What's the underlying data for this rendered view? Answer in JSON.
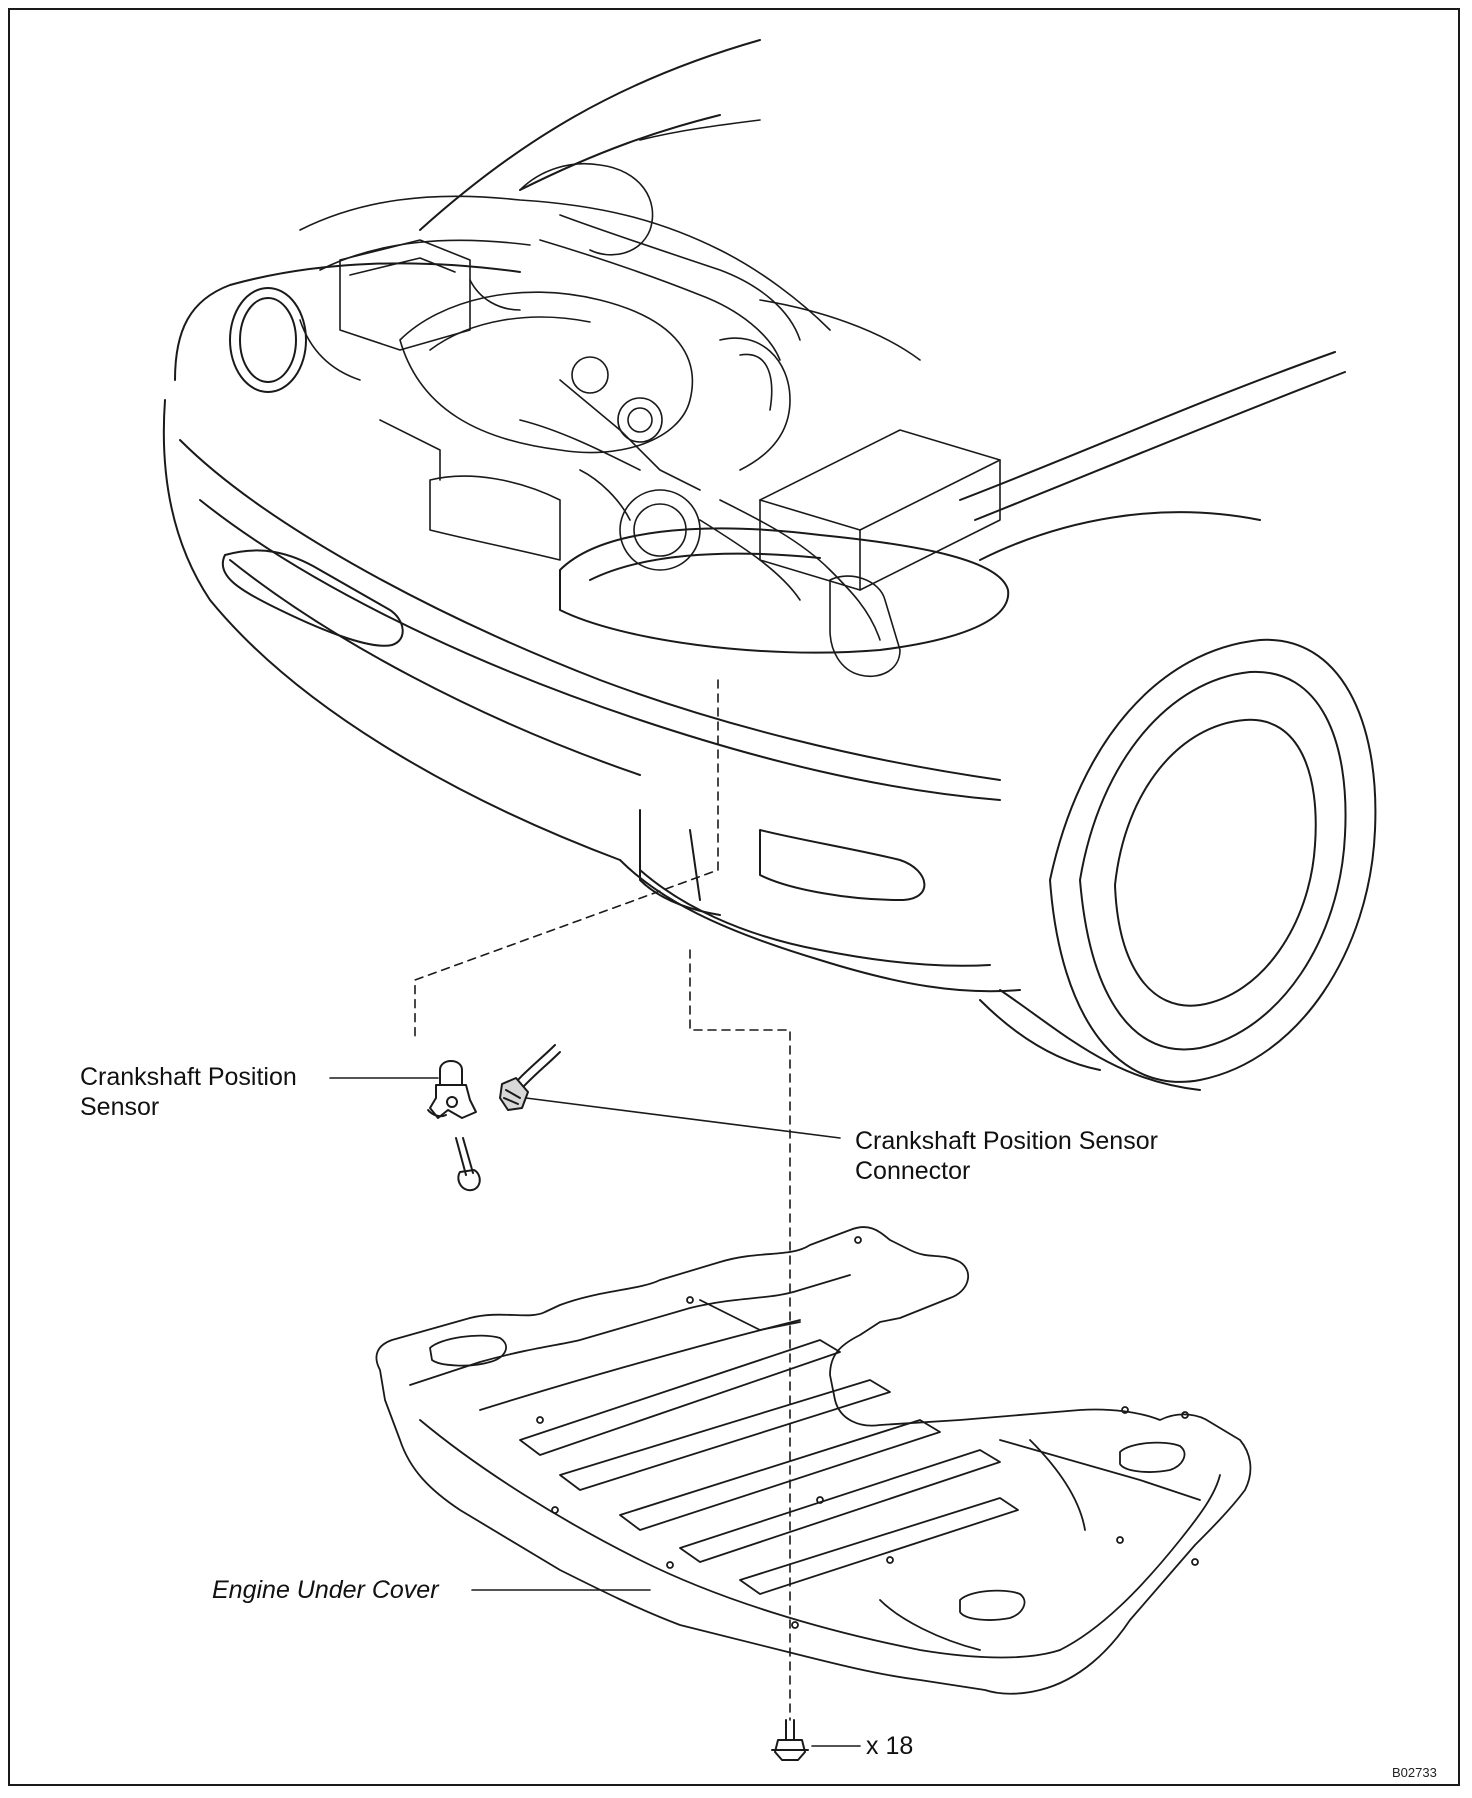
{
  "labels": {
    "ckp_sensor_line1": "Crankshaft Position",
    "ckp_sensor_line2": "Sensor",
    "ckp_connector_line1": "Crankshaft Position Sensor",
    "ckp_connector_line2": "Connector",
    "engine_under_cover": "Engine Under Cover",
    "bolt_qty": "x 18"
  },
  "figure_code": "B02733",
  "colors": {
    "ink": "#1a1a1a",
    "paper": "#ffffff"
  }
}
